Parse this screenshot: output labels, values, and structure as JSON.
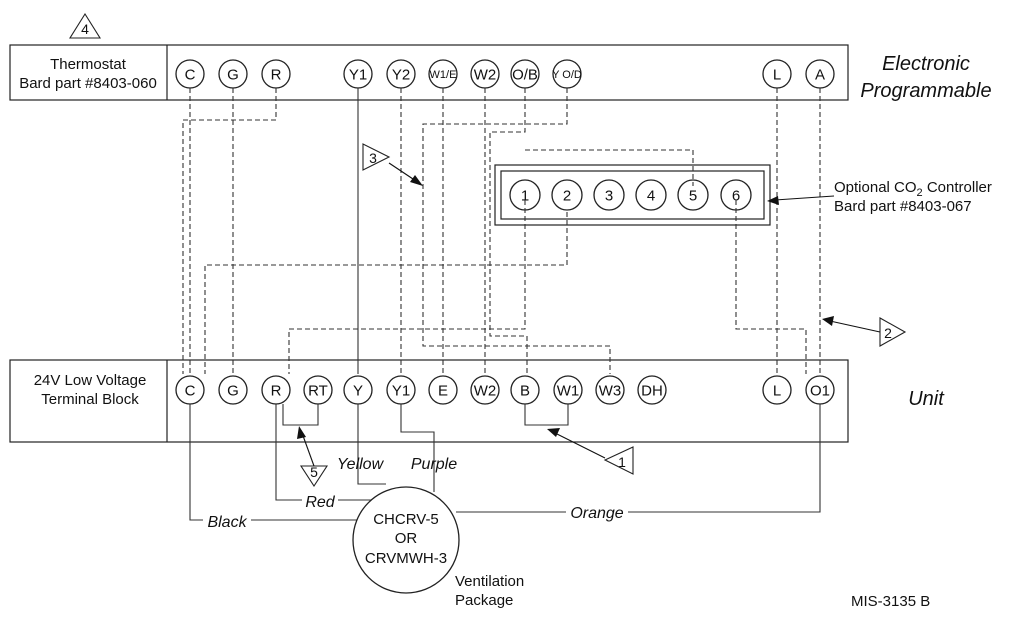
{
  "thermostat": {
    "label_line1": "Thermostat",
    "label_line2": "Bard part #8403-060",
    "side_line1": "Electronic",
    "side_line2": "Programmable",
    "terminals": [
      "C",
      "G",
      "R",
      "Y1",
      "Y2",
      "W1/E",
      "W2",
      "O/B",
      "Y O/D",
      "L",
      "A"
    ]
  },
  "co2": {
    "label_line1": "Optional CO",
    "label_sub": "2",
    "label_line1_end": " Controller",
    "label_line2": "Bard part #8403-067",
    "terminals": [
      "1",
      "2",
      "3",
      "4",
      "5",
      "6"
    ]
  },
  "unit": {
    "label_line1": "24V Low Voltage",
    "label_line2": "Terminal Block",
    "side_label": "Unit",
    "terminals": [
      "C",
      "G",
      "R",
      "RT",
      "Y",
      "Y1",
      "E",
      "W2",
      "B",
      "W1",
      "W3",
      "DH",
      "L",
      "O1"
    ]
  },
  "ventilation": {
    "line1": "CHCRV-5",
    "line2": "OR",
    "line3": "CRVMWH-3",
    "caption1": "Ventilation",
    "caption2": "Package"
  },
  "wires": {
    "black": "Black",
    "red": "Red",
    "yellow": "Yellow",
    "purple": "Purple",
    "orange": "Orange"
  },
  "notes": [
    "4",
    "3",
    "2",
    "1",
    "5"
  ],
  "drawing_number": "MIS-3135 B"
}
